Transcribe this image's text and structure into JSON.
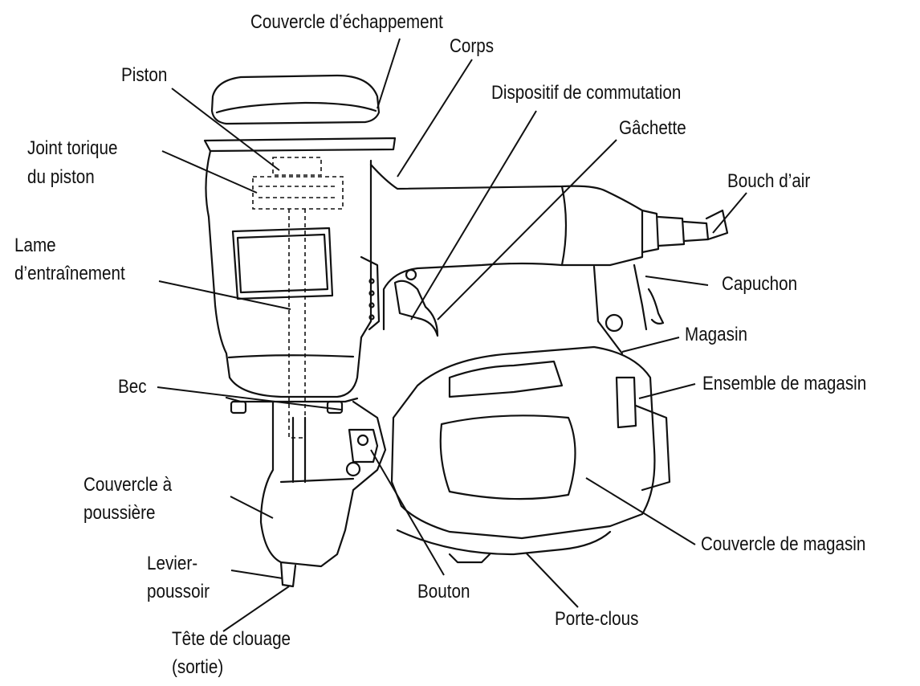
{
  "diagram": {
    "labels": {
      "couvercle_echappement": "Couvercle d’échappement",
      "corps": "Corps",
      "piston": "Piston",
      "dispositif_commutation": "Dispositif de commutation",
      "gachette": "Gâchette",
      "joint_torique_1": "Joint torique",
      "joint_torique_2": "du piston",
      "bouch_air": "Bouch d’air",
      "lame_1": "Lame",
      "lame_2": "d’entraînement",
      "capuchon": "Capuchon",
      "magasin": "Magasin",
      "bec": "Bec",
      "ensemble_magasin": "Ensemble de magasin",
      "couvercle_poussiere_1": "Couvercle à",
      "couvercle_poussiere_2": "poussière",
      "couvercle_magasin": "Couvercle de magasin",
      "levier_1": "Levier-",
      "levier_2": "poussoir",
      "bouton": "Bouton",
      "porte_clous": "Porte-clous",
      "tete_1": "Tête de clouage",
      "tete_2": "(sortie)"
    },
    "colors": {
      "line": "#111111",
      "text": "#111111",
      "background": "#ffffff"
    }
  }
}
